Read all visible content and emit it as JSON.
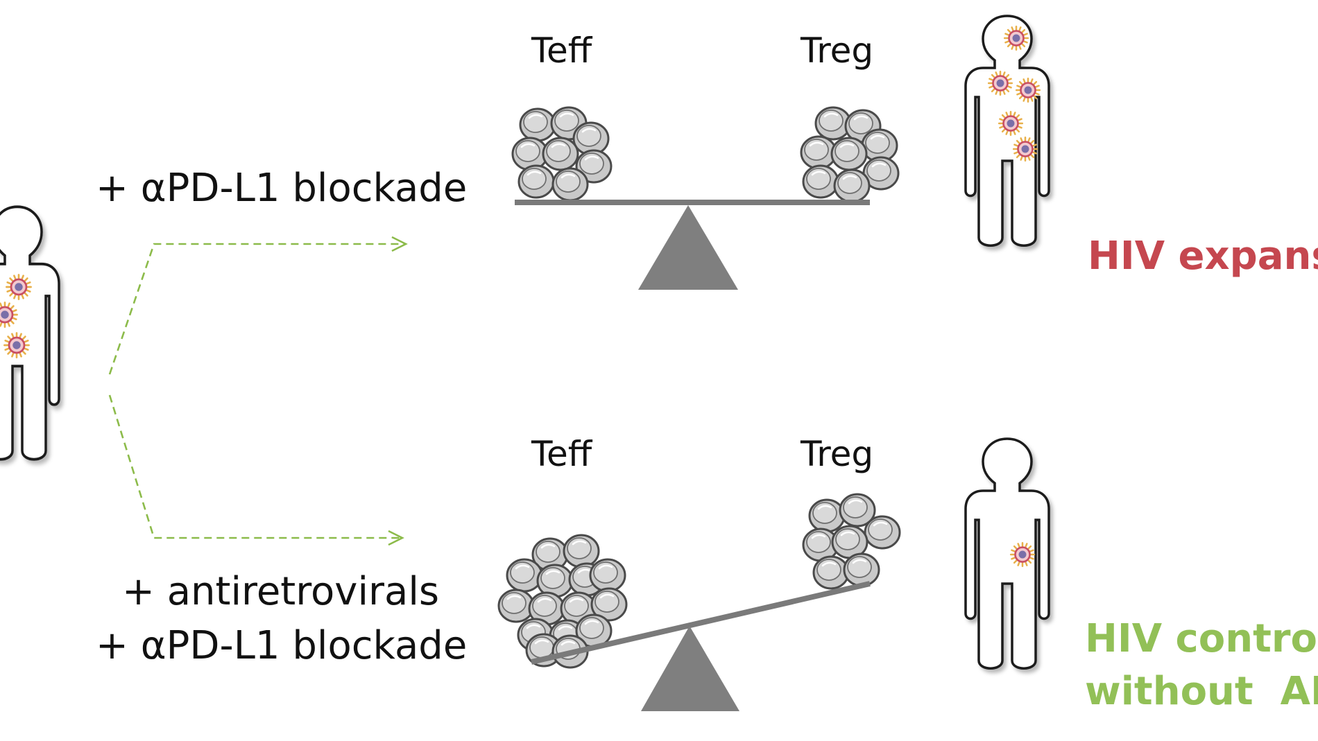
{
  "treatments": {
    "top": "+ αPD-L1 blockade",
    "bottom_line1": "+ antiretrovirals",
    "bottom_line2": "+ αPD-L1 blockade"
  },
  "balance_labels": {
    "top_left": "Teff",
    "top_right": "Treg",
    "bottom_left": "Teff",
    "bottom_right": "Treg"
  },
  "outcomes": {
    "top": "HIV expansion",
    "bottom_line1": "HIV control",
    "bottom_line2": "without  ART"
  },
  "colors": {
    "arrow": "#8cbb4a",
    "expansion": "#c5474f",
    "control": "#92c057",
    "beam": "#7a7a7a",
    "fulcrum": "#7f7f7f",
    "cell_fill": "#c9c9c9",
    "cell_stroke": "#4a4a4a",
    "virus_core": "#7a6fa8",
    "virus_ring": "#d36a7a",
    "virus_spikes": "#e8b04a"
  },
  "icons": {
    "person": "person-silhouette-icon",
    "virus": "hiv-virion-icon",
    "cell": "t-cell-icon"
  }
}
